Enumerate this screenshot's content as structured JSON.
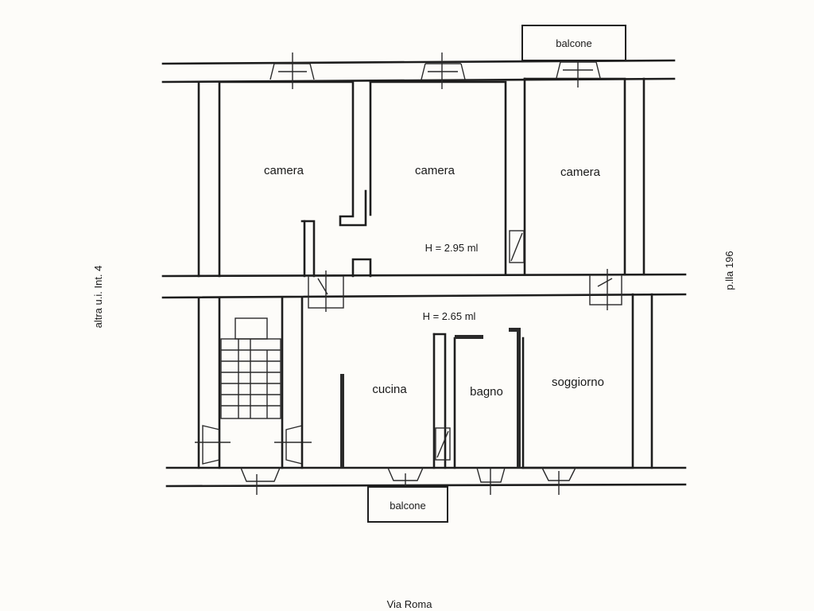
{
  "rooms": {
    "camera_left": "camera",
    "camera_center": "camera",
    "camera_right": "camera",
    "cucina": "cucina",
    "bagno": "bagno",
    "soggiorno": "soggiorno"
  },
  "heights": {
    "upper": "H = 2.95 ml",
    "lower": "H = 2.65 ml"
  },
  "balconies": {
    "top": "balcone",
    "bottom": "balcone"
  },
  "side_labels": {
    "left": "altra u.i. Int. 4",
    "right": "p.lla 196"
  },
  "street": "Via Roma"
}
